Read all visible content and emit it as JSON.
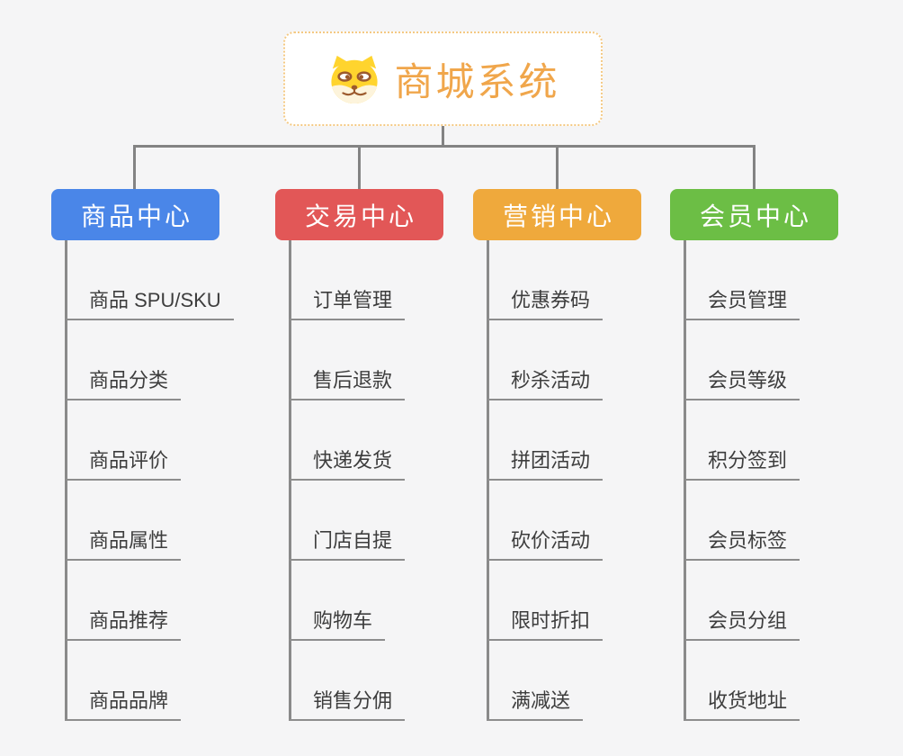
{
  "page": {
    "background_color": "#f5f5f6",
    "connector_color": "#838383"
  },
  "root": {
    "title": "商城系统",
    "icon": "dog-face-icon",
    "text_color": "#f0a64b",
    "border_color": "#f4c983"
  },
  "branches": [
    {
      "label": "商品中心",
      "color": "#4a86e8",
      "items": [
        "商品 SPU/SKU",
        "商品分类",
        "商品评价",
        "商品属性",
        "商品推荐",
        "商品品牌"
      ]
    },
    {
      "label": "交易中心",
      "color": "#e25757",
      "items": [
        "订单管理",
        "售后退款",
        "快递发货",
        "门店自提",
        "购物车",
        "销售分佣"
      ]
    },
    {
      "label": "营销中心",
      "color": "#efa93c",
      "items": [
        "优惠券码",
        "秒杀活动",
        "拼团活动",
        "砍价活动",
        "限时折扣",
        "满减送"
      ]
    },
    {
      "label": "会员中心",
      "color": "#6cbe45",
      "items": [
        "会员管理",
        "会员等级",
        "积分签到",
        "会员标签",
        "会员分组",
        "收货地址"
      ]
    }
  ]
}
